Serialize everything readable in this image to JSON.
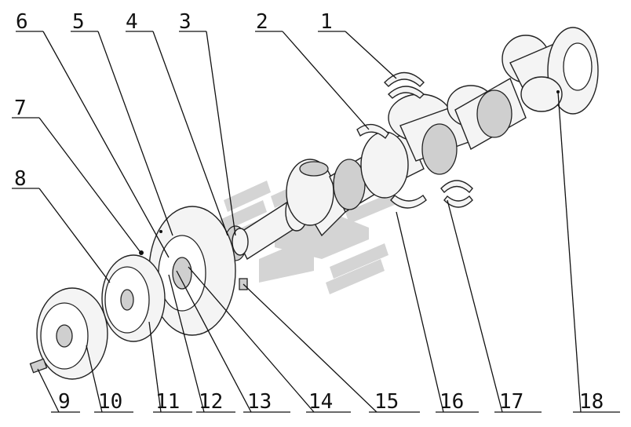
{
  "callouts": {
    "top": [
      {
        "label": "6"
      },
      {
        "label": "5"
      },
      {
        "label": "4"
      },
      {
        "label": "3"
      },
      {
        "label": "2"
      },
      {
        "label": "1"
      }
    ],
    "left": [
      {
        "label": "7"
      },
      {
        "label": "8"
      }
    ],
    "bottom": [
      {
        "label": "9"
      },
      {
        "label": "10"
      },
      {
        "label": "11"
      },
      {
        "label": "12"
      },
      {
        "label": "13"
      },
      {
        "label": "14"
      },
      {
        "label": "15"
      },
      {
        "label": "16"
      },
      {
        "label": "17"
      },
      {
        "label": "18"
      }
    ]
  }
}
